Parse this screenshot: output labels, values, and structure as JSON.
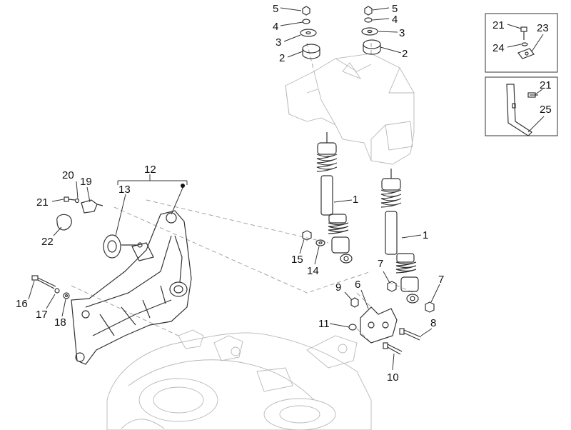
{
  "callouts": [
    "1",
    "2",
    "3",
    "4",
    "5",
    "6",
    "7",
    "8",
    "9",
    "10",
    "11",
    "12",
    "13",
    "14",
    "15",
    "16",
    "17",
    "18",
    "19",
    "20",
    "21",
    "22",
    "23",
    "24",
    "25"
  ],
  "colors": {
    "line": "#333333",
    "ghost": "#b8b8b8",
    "text": "#111111"
  }
}
